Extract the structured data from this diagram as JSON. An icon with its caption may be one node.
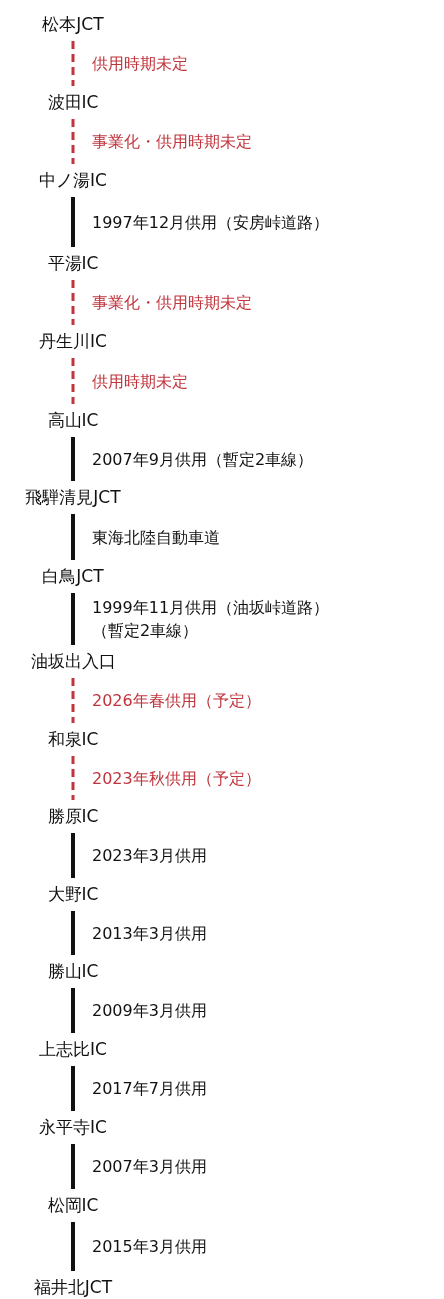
{
  "diagram": {
    "nodes": [
      {
        "text": [
          "松本JCT"
        ]
      },
      {
        "text": [
          "波田IC"
        ]
      },
      {
        "text": [
          "中ノ湯IC"
        ]
      },
      {
        "text": [
          "平湯IC"
        ]
      },
      {
        "text": [
          "丹生川IC"
        ]
      },
      {
        "text": [
          "高山IC"
        ]
      },
      {
        "text": [
          "飛騨清見JCT"
        ]
      },
      {
        "text": [
          "白鳥JCT"
        ]
      },
      {
        "text": [
          "油坂出入口"
        ]
      },
      {
        "text": [
          "和泉IC"
        ]
      },
      {
        "text": [
          "勝原IC"
        ]
      },
      {
        "text": [
          "大野IC"
        ]
      },
      {
        "text": [
          "勝山IC"
        ]
      },
      {
        "text": [
          "上志比IC"
        ]
      },
      {
        "text": [
          "永平寺IC"
        ]
      },
      {
        "text": [
          "松岡IC"
        ]
      },
      {
        "text": [
          "福井北JCT"
        ]
      }
    ],
    "edges": [
      {
        "from": 0,
        "to": 1,
        "arrow": "none",
        "label": "供用時期未定",
        "style": "dashed",
        "color": "#c0343c"
      },
      {
        "from": 1,
        "to": 2,
        "arrow": "none",
        "label": "事業化・供用時期未定",
        "style": "dashed",
        "color": "#c0343c"
      },
      {
        "from": 2,
        "to": 3,
        "arrow": "none",
        "label": "1997年12月供用（安房峠道路）"
      },
      {
        "from": 3,
        "to": 4,
        "arrow": "none",
        "label": "事業化・供用時期未定",
        "style": "dashed",
        "color": "#c0343c"
      },
      {
        "from": 4,
        "to": 5,
        "arrow": "none",
        "label": "供用時期未定",
        "style": "dashed",
        "color": "#c0343c"
      },
      {
        "from": 5,
        "to": 6,
        "arrow": "none",
        "label": "2007年9月供用（暫定2車線）"
      },
      {
        "from": 6,
        "to": 7,
        "arrow": "none",
        "label": "東海北陸自動車道"
      },
      {
        "from": 7,
        "to": 8,
        "arrow": "none",
        "label": "1999年11月供用（油坂峠道路）（暫定2車線）"
      },
      {
        "from": 8,
        "to": 9,
        "arrow": "none",
        "label": "2026年春供用（予定）",
        "style": "dashed",
        "color": "#c0343c"
      },
      {
        "from": 9,
        "to": 10,
        "arrow": "none",
        "label": "2023年秋供用（予定）",
        "style": "dashed",
        "color": "#c0343c"
      },
      {
        "from": 10,
        "to": 11,
        "arrow": "none",
        "label": "2023年3月供用"
      },
      {
        "from": 11,
        "to": 12,
        "arrow": "none",
        "label": "2013年3月供用"
      },
      {
        "from": 12,
        "to": 13,
        "arrow": "none",
        "label": "2009年3月供用"
      },
      {
        "from": 13,
        "to": 14,
        "arrow": "none",
        "label": "2017年7月供用"
      },
      {
        "from": 14,
        "to": 15,
        "arrow": "none",
        "label": "2007年3月供用"
      },
      {
        "from": 15,
        "to": 16,
        "arrow": "none",
        "label": "2015年3月供用"
      }
    ]
  }
}
